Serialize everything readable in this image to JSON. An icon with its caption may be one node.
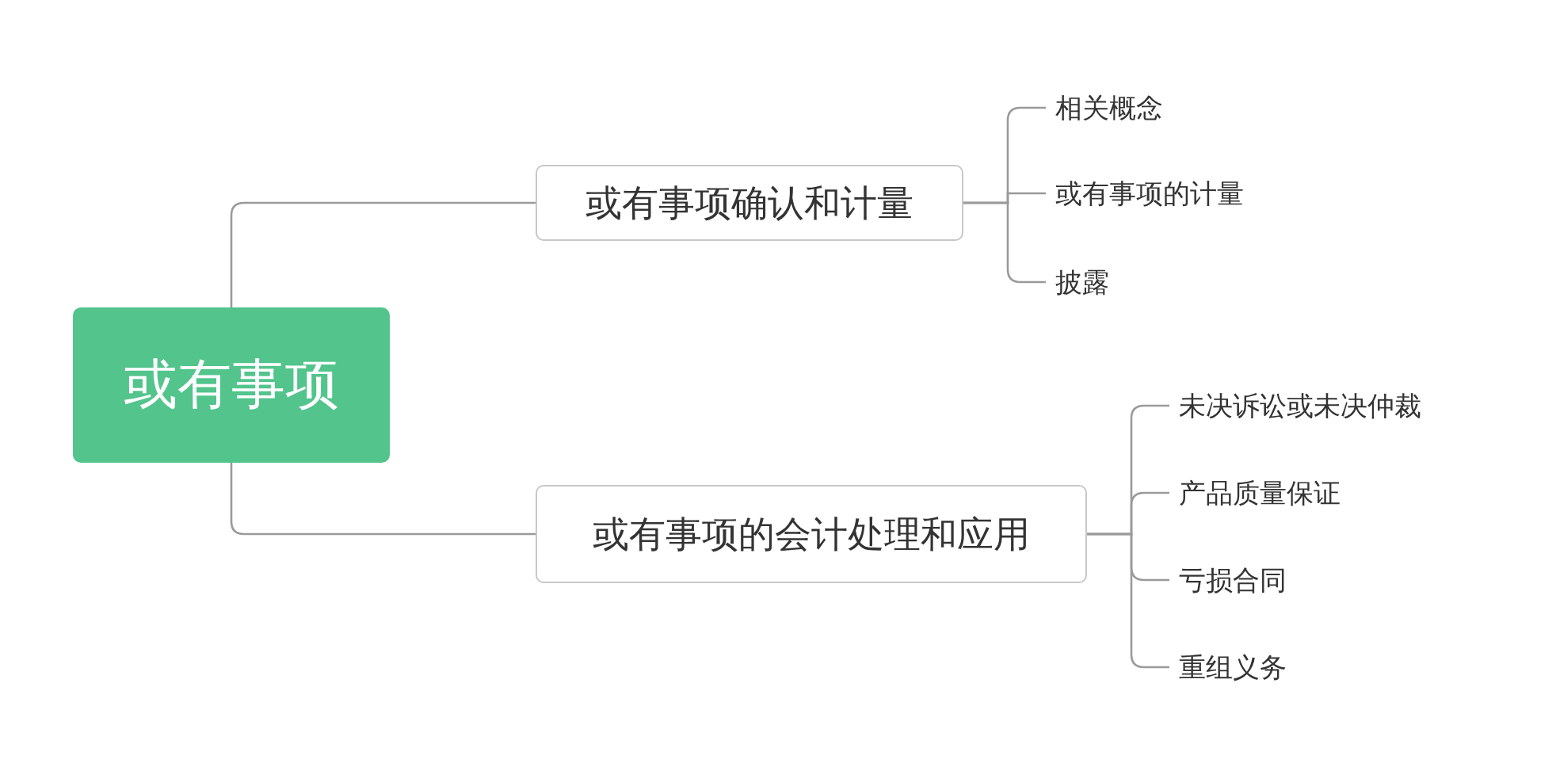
{
  "diagram": {
    "nodes": [
      {
        "text": [
          "或有事项"
        ]
      },
      {
        "text": [
          "或有事项确认和计量"
        ]
      },
      {
        "text": [
          "或有事项的会计处理和应用"
        ]
      },
      {
        "text": [
          "相关概念"
        ]
      },
      {
        "text": [
          "或有事项的计量"
        ]
      },
      {
        "text": [
          "披露"
        ]
      },
      {
        "text": [
          "未决诉讼或未决仲裁"
        ]
      },
      {
        "text": [
          "产品质量保证"
        ]
      },
      {
        "text": [
          "亏损合同"
        ]
      },
      {
        "text": [
          "重组义务"
        ]
      }
    ],
    "edges": [
      {
        "from": 0,
        "to": 1,
        "arrow": "none"
      },
      {
        "from": 0,
        "to": 2,
        "arrow": "none"
      },
      {
        "from": 1,
        "to": 3,
        "arrow": "none"
      },
      {
        "from": 1,
        "to": 4,
        "arrow": "none"
      },
      {
        "from": 1,
        "to": 5,
        "arrow": "none"
      },
      {
        "from": 2,
        "to": 6,
        "arrow": "none"
      },
      {
        "from": 2,
        "to": 7,
        "arrow": "none"
      },
      {
        "from": 2,
        "to": 8,
        "arrow": "none"
      },
      {
        "from": 2,
        "to": 9,
        "arrow": "none"
      }
    ]
  }
}
